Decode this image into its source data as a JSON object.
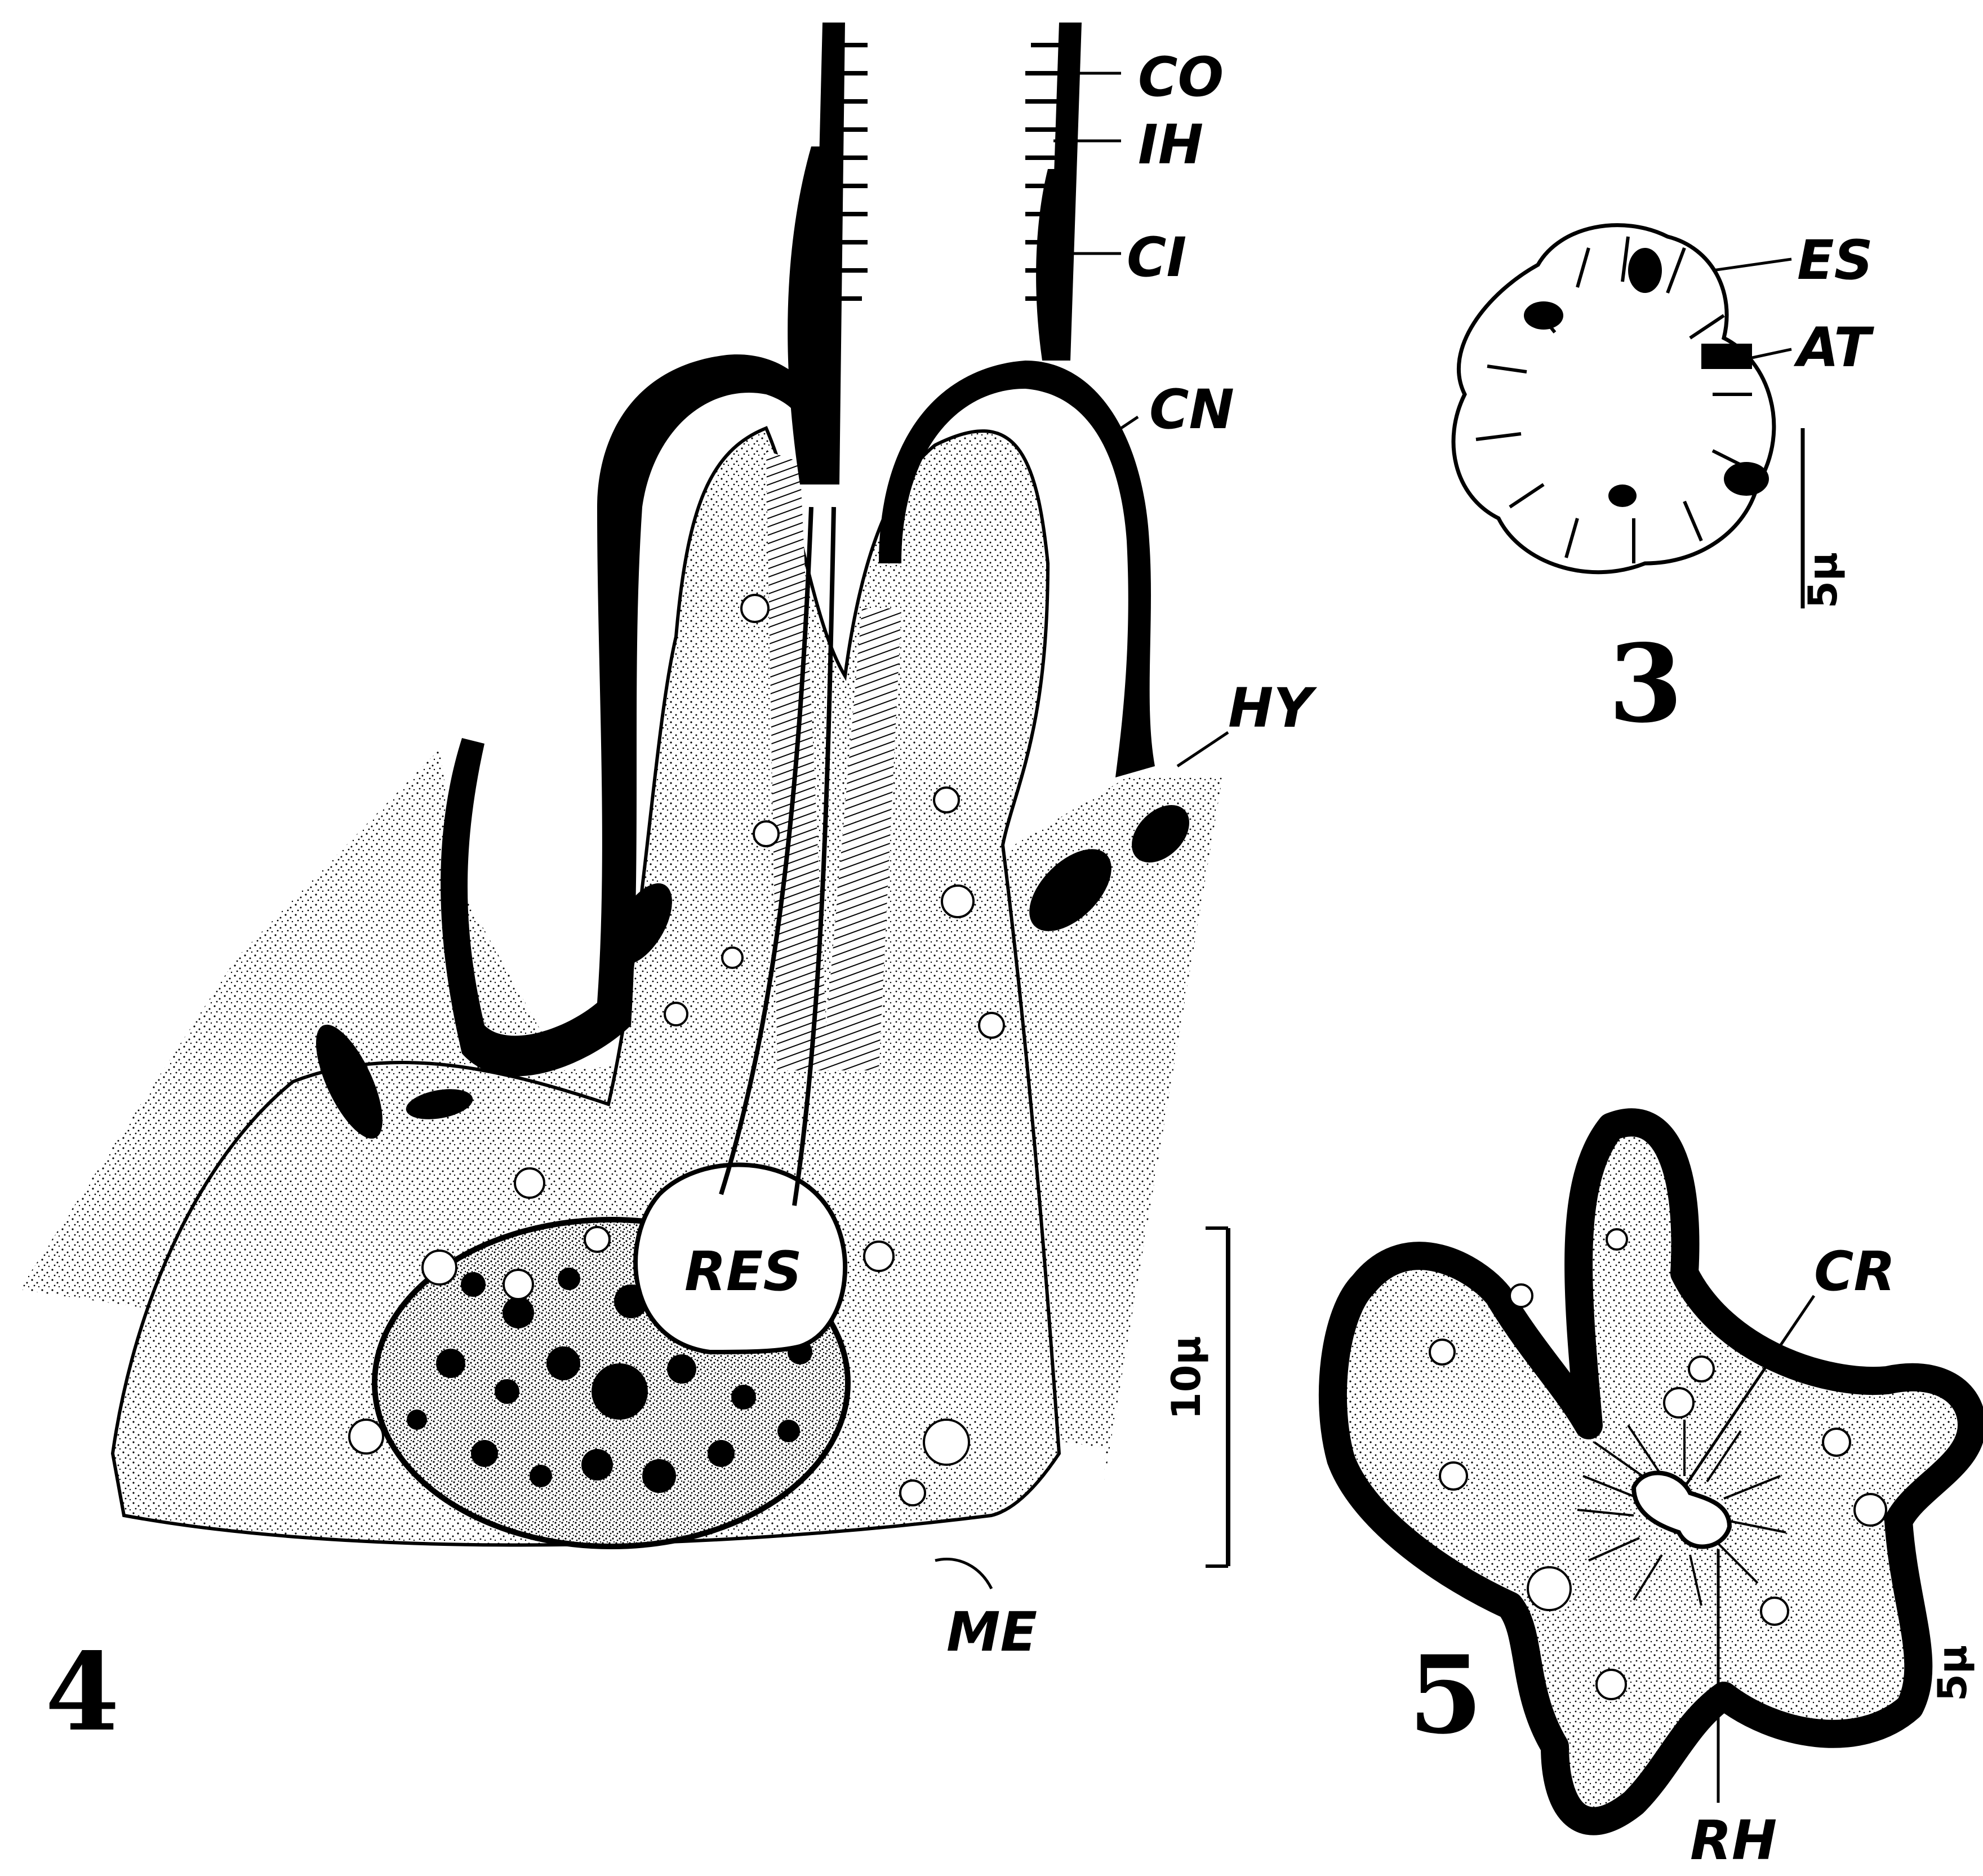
{
  "figure_numbers": {
    "fig3": "3",
    "fig4": "4",
    "fig5": "5"
  },
  "labels": {
    "co": "CO",
    "ih": "IH",
    "ci": "CI",
    "cn": "CN",
    "hy": "HY",
    "res": "RES",
    "me": "ME",
    "es": "ES",
    "at": "AT",
    "cr": "CR",
    "rh": "RH"
  },
  "scale_bars": {
    "fig3": "5μ",
    "fig4": "10μ",
    "fig5": "5μ"
  }
}
